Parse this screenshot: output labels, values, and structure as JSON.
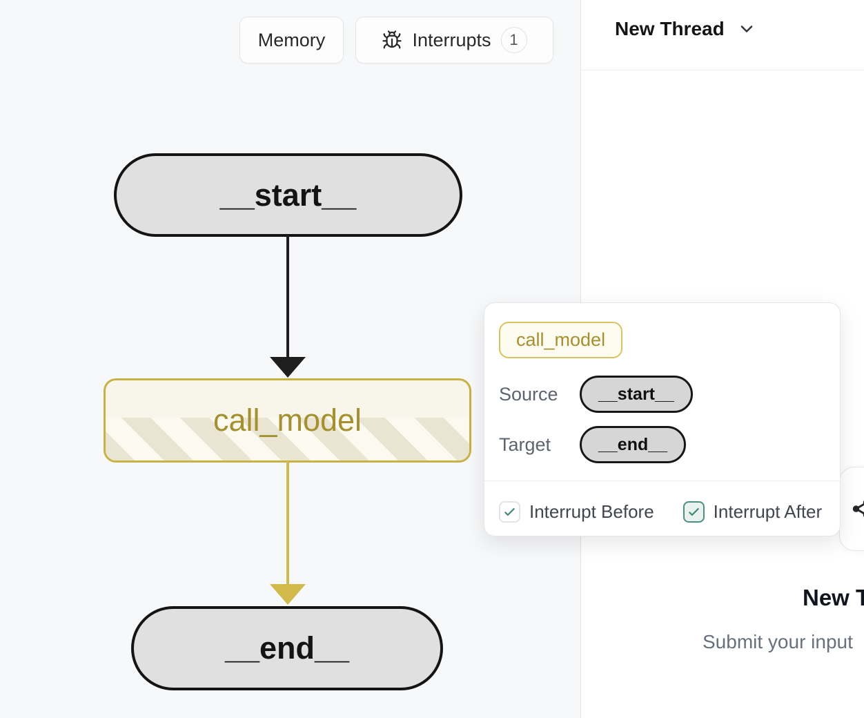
{
  "toolbar": {
    "memory_label": "Memory",
    "interrupts_label": "Interrupts",
    "interrupts_count": "1"
  },
  "thread_header": {
    "title": "New Thread"
  },
  "graph": {
    "nodes": [
      {
        "id": "__start__",
        "label": "__start__",
        "style": "gray-pill"
      },
      {
        "id": "call_model",
        "label": "call_model",
        "style": "active-yellow-striped"
      },
      {
        "id": "__end__",
        "label": "__end__",
        "style": "gray-pill"
      }
    ],
    "edges": [
      {
        "from": "__start__",
        "to": "call_model",
        "color": "#1e1e1e"
      },
      {
        "from": "call_model",
        "to": "__end__",
        "color": "#d2ba4a"
      }
    ]
  },
  "popover": {
    "node_badge": "call_model",
    "source_label": "Source",
    "source_value": "__start__",
    "target_label": "Target",
    "target_value": "__end__",
    "interrupt_before_label": "Interrupt Before",
    "interrupt_before_checked": false,
    "interrupt_after_label": "Interrupt After",
    "interrupt_after_checked": true
  },
  "thread_panel": {
    "empty_title": "New Thread",
    "empty_subtitle": "Submit your input"
  },
  "icons": {
    "interrupts_button": "bug-icon",
    "thread_header": "chevron-down-icon",
    "interrupt_after": "checkmark-icon",
    "side_button": "share-icon"
  },
  "colors": {
    "canvas_bg": "#f7f8f9",
    "panel_bg": "#ffffff",
    "node_fill": "#e0e0e0",
    "node_border": "#141414",
    "active_border": "#c8b243",
    "active_fill": "#f8f6ea",
    "active_stripe": "#eae4d2",
    "active_text": "#a5902e",
    "edge_dark": "#1e1e1e",
    "edge_yellow": "#d2ba4a",
    "check_teal": "#4c9082"
  }
}
